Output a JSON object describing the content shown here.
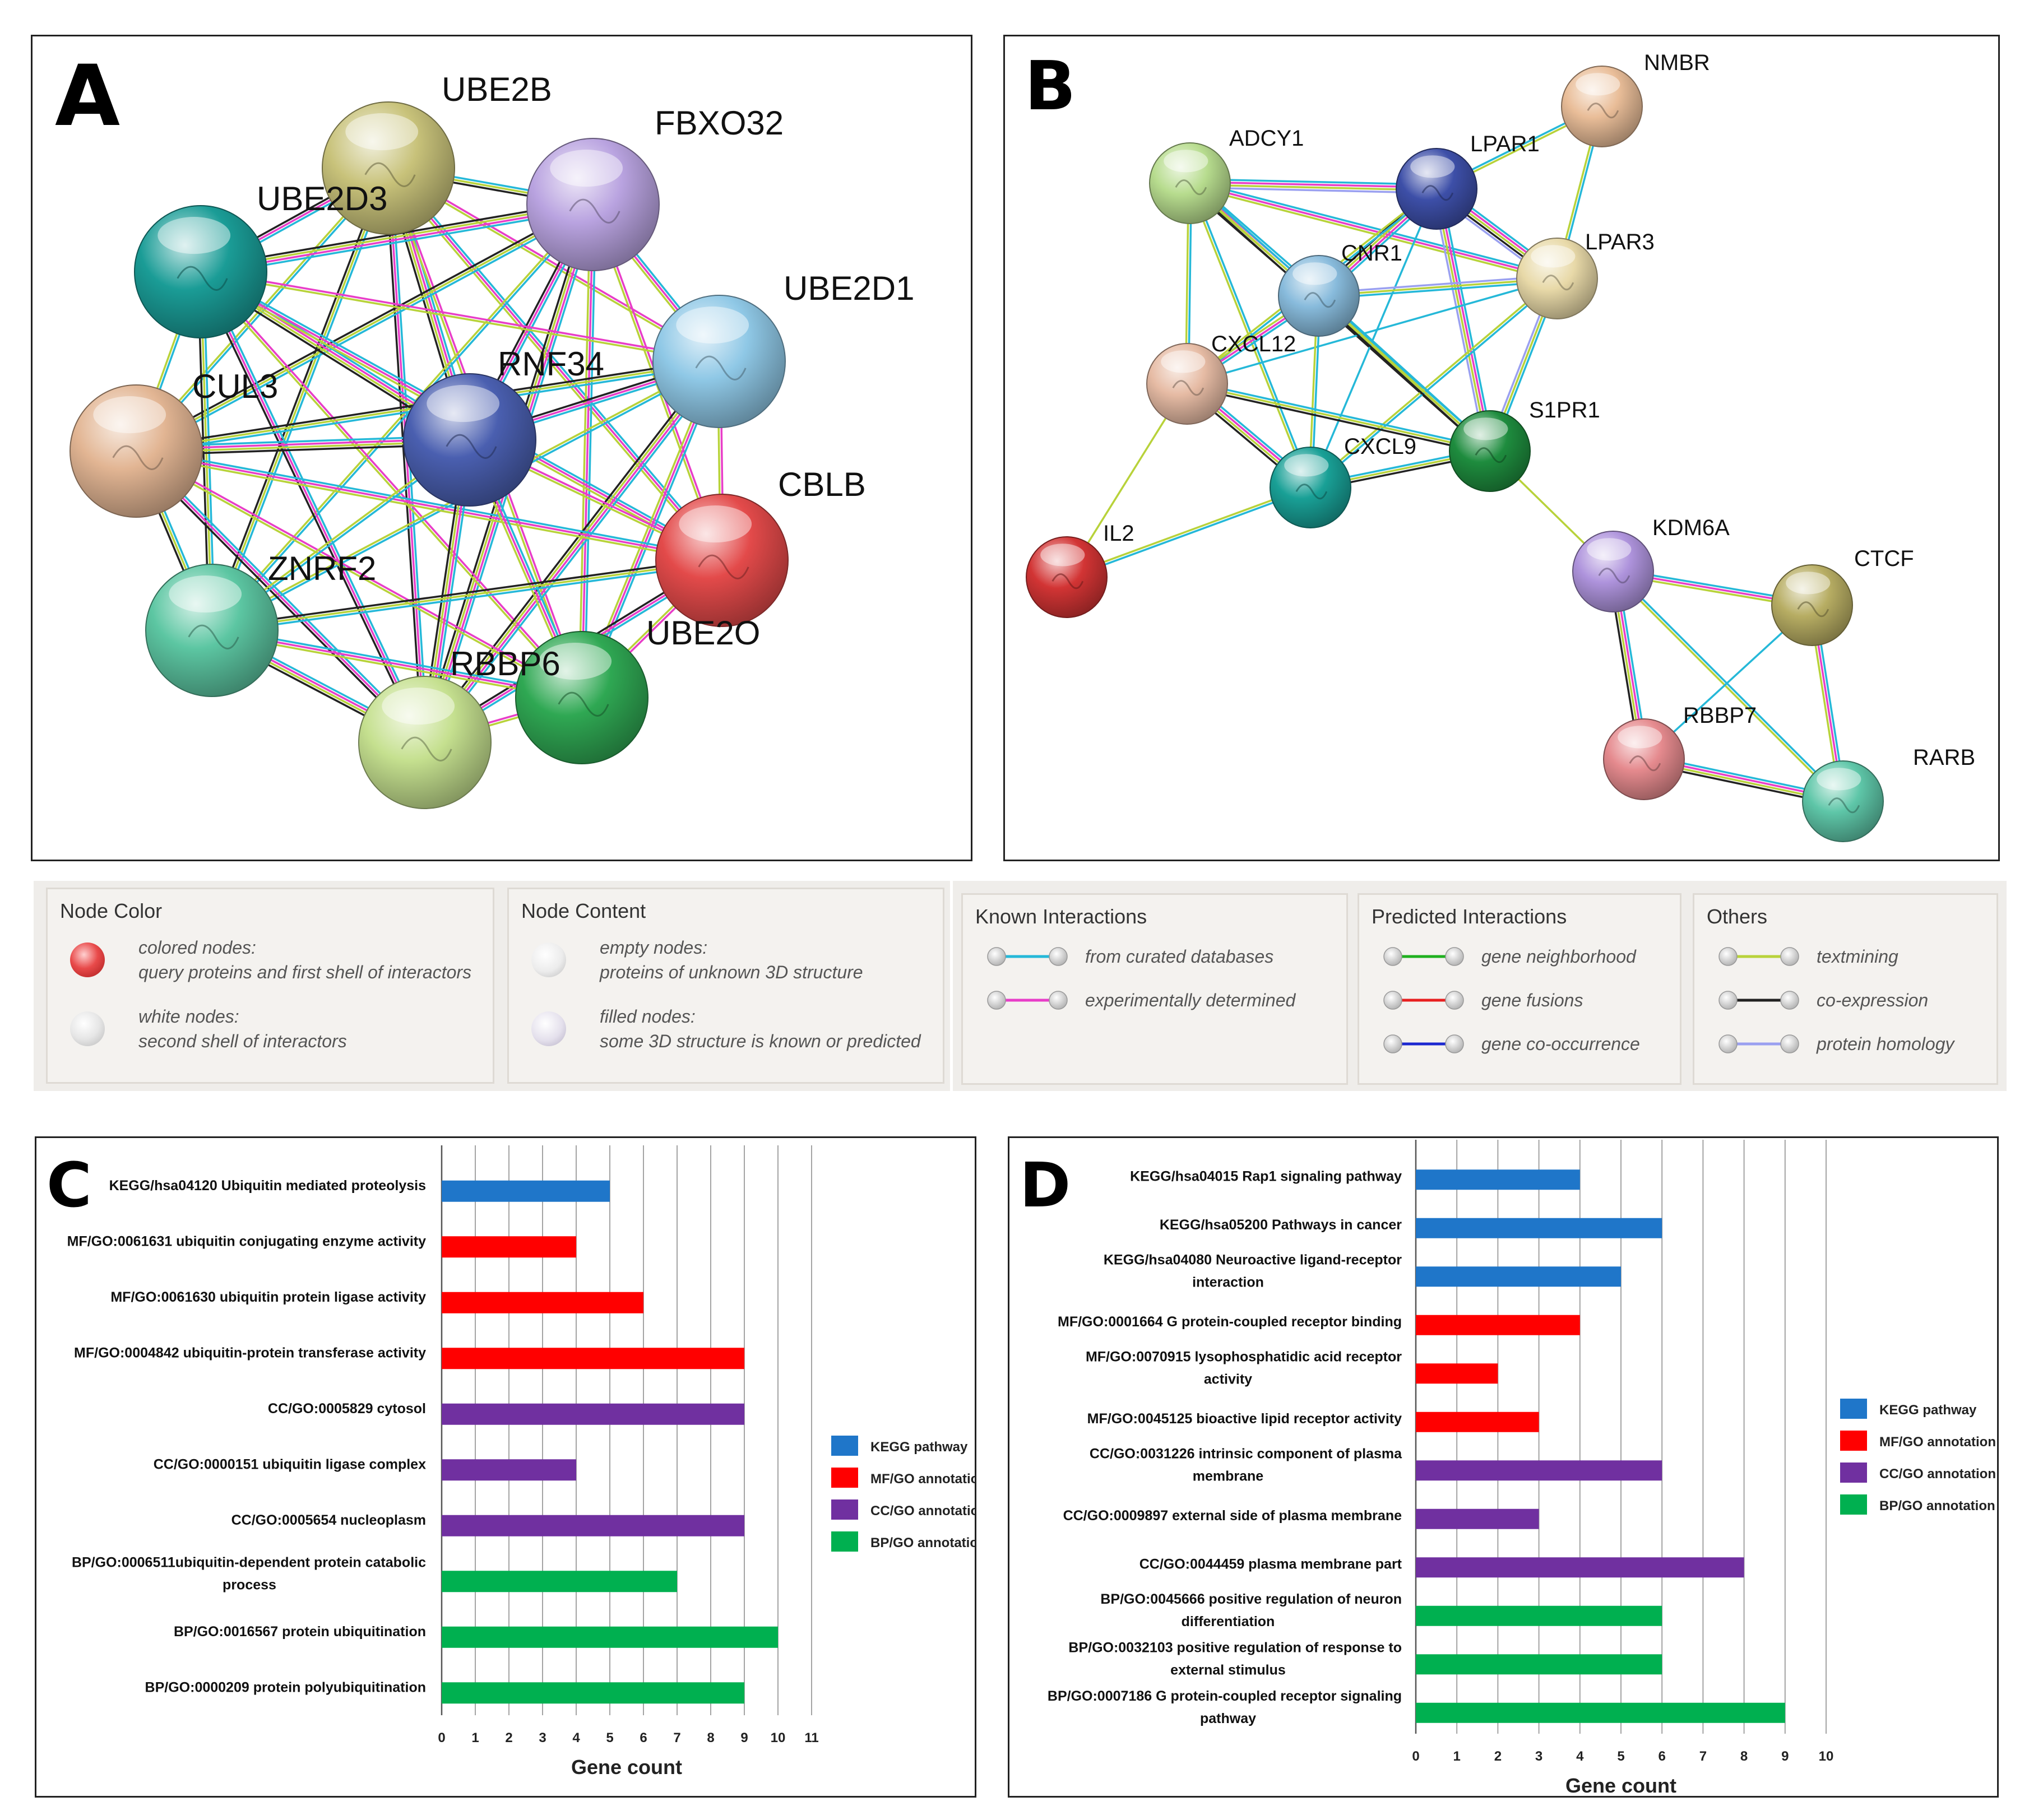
{
  "panel_a": {
    "letter": "A",
    "nodes": [
      {
        "id": "UBE2B",
        "label": "UBE2B",
        "color": "#c8c27a"
      },
      {
        "id": "FBXO32",
        "label": "FBXO32",
        "color": "#b9a3e0"
      },
      {
        "id": "UBE2D3",
        "label": "UBE2D3",
        "color": "#1a9c96"
      },
      {
        "id": "UBE2D1",
        "label": "UBE2D1",
        "color": "#8fc8e6"
      },
      {
        "id": "CUL3",
        "label": "CUL3",
        "color": "#e2b593"
      },
      {
        "id": "RNF34",
        "label": "RNF34",
        "color": "#4a5fb0"
      },
      {
        "id": "CBLB",
        "label": "CBLB",
        "color": "#e34a4a"
      },
      {
        "id": "ZNRF2",
        "label": "ZNRF2",
        "color": "#5cc6a2"
      },
      {
        "id": "UBE2O",
        "label": "UBE2O",
        "color": "#2fa853"
      },
      {
        "id": "RBBP6",
        "label": "RBBP6",
        "color": "#c5e08f"
      }
    ]
  },
  "panel_b": {
    "letter": "B",
    "nodes": [
      {
        "id": "ADCY1",
        "label": "ADCY1",
        "color": "#b7dc8e"
      },
      {
        "id": "LPAR1",
        "label": "LPAR1",
        "color": "#3d4fa8"
      },
      {
        "id": "NMBR",
        "label": "NMBR",
        "color": "#e9bd98"
      },
      {
        "id": "LPAR3",
        "label": "LPAR3",
        "color": "#e8d9a8"
      },
      {
        "id": "CNR1",
        "label": "CNR1",
        "color": "#88bbdc"
      },
      {
        "id": "CXCL12",
        "label": "CXCL12",
        "color": "#e6bba4"
      },
      {
        "id": "S1PR1",
        "label": "S1PR1",
        "color": "#1e8c3e"
      },
      {
        "id": "CXCL9",
        "label": "CXCL9",
        "color": "#19a096"
      },
      {
        "id": "IL2",
        "label": "IL2",
        "color": "#d23434"
      },
      {
        "id": "KDM6A",
        "label": "KDM6A",
        "color": "#ae93dc"
      },
      {
        "id": "CTCF",
        "label": "CTCF",
        "color": "#b7ad63"
      },
      {
        "id": "RBBP7",
        "label": "RBBP7",
        "color": "#e58a8e"
      },
      {
        "id": "RARB",
        "label": "RARB",
        "color": "#5ec6a8"
      }
    ]
  },
  "legend": {
    "node_color": {
      "title": "Node Color",
      "colored_label": "colored nodes:",
      "colored_desc": "query proteins and first shell of interactors",
      "white_label": "white nodes:",
      "white_desc": "second shell of interactors"
    },
    "node_content": {
      "title": "Node Content",
      "empty_label": "empty nodes:",
      "empty_desc": "proteins of unknown 3D structure",
      "filled_label": "filled nodes:",
      "filled_desc": "some 3D structure is known or predicted"
    },
    "known": {
      "title": "Known Interactions",
      "items": [
        {
          "label": "from curated databases",
          "color": "#25b8d8"
        },
        {
          "label": "experimentally determined",
          "color": "#e83ec8"
        }
      ]
    },
    "predicted": {
      "title": "Predicted Interactions",
      "items": [
        {
          "label": "gene neighborhood",
          "color": "#1fb01f"
        },
        {
          "label": "gene fusions",
          "color": "#e82020"
        },
        {
          "label": "gene co-occurrence",
          "color": "#1c28d0"
        }
      ]
    },
    "others": {
      "title": "Others",
      "items": [
        {
          "label": "textmining",
          "color": "#b8d23a"
        },
        {
          "label": "co-expression",
          "color": "#222222"
        },
        {
          "label": "protein homology",
          "color": "#9aa0f0"
        }
      ]
    }
  },
  "legend_series": [
    {
      "name": "KEGG pathway",
      "color": "#1f76c9"
    },
    {
      "name": "MF/GO annotation",
      "color": "#ff0000"
    },
    {
      "name": "CC/GO annotation",
      "color": "#7030a0"
    },
    {
      "name": "BP/GO annotation",
      "color": "#00b050"
    }
  ],
  "chart_data": [
    {
      "panel": "C",
      "type": "bar",
      "orientation": "horizontal",
      "xlabel": "Gene count",
      "xlim": [
        0,
        11
      ],
      "xticks": [
        0,
        1,
        2,
        3,
        4,
        5,
        6,
        7,
        8,
        9,
        10,
        11
      ],
      "grid": "vertical",
      "legend_position": "right",
      "categories": [
        {
          "label": [
            "KEGG/hsa04120 Ubiquitin mediated proteolysis"
          ],
          "value": 5,
          "group": "KEGG pathway"
        },
        {
          "label": [
            "MF/GO:0061631 ubiquitin conjugating enzyme activity"
          ],
          "value": 4,
          "group": "MF/GO annotation"
        },
        {
          "label": [
            "MF/GO:0061630 ubiquitin protein ligase activity"
          ],
          "value": 6,
          "group": "MF/GO annotation"
        },
        {
          "label": [
            "MF/GO:0004842 ubiquitin-protein transferase activity"
          ],
          "value": 9,
          "group": "MF/GO annotation"
        },
        {
          "label": [
            "CC/GO:0005829 cytosol"
          ],
          "value": 9,
          "group": "CC/GO annotation"
        },
        {
          "label": [
            "CC/GO:0000151 ubiquitin ligase complex"
          ],
          "value": 4,
          "group": "CC/GO annotation"
        },
        {
          "label": [
            "CC/GO:0005654 nucleoplasm"
          ],
          "value": 9,
          "group": "CC/GO annotation"
        },
        {
          "label": [
            "BP/GO:0006511ubiquitin-dependent protein catabolic",
            "process"
          ],
          "value": 7,
          "group": "BP/GO annotation"
        },
        {
          "label": [
            "BP/GO:0016567 protein ubiquitination"
          ],
          "value": 10,
          "group": "BP/GO annotation"
        },
        {
          "label": [
            "BP/GO:0000209 protein polyubiquitination"
          ],
          "value": 9,
          "group": "BP/GO annotation"
        }
      ]
    },
    {
      "panel": "D",
      "type": "bar",
      "orientation": "horizontal",
      "xlabel": "Gene count",
      "xlim": [
        0,
        10
      ],
      "xticks": [
        0,
        1,
        2,
        3,
        4,
        5,
        6,
        7,
        8,
        9,
        10
      ],
      "grid": "vertical",
      "legend_position": "right",
      "categories": [
        {
          "label": [
            "KEGG/hsa04015 Rap1 signaling pathway"
          ],
          "value": 4,
          "group": "KEGG pathway"
        },
        {
          "label": [
            "KEGG/hsa05200 Pathways in cancer"
          ],
          "value": 6,
          "group": "KEGG pathway"
        },
        {
          "label": [
            "KEGG/hsa04080 Neuroactive ligand-receptor",
            "interaction"
          ],
          "value": 5,
          "group": "KEGG pathway"
        },
        {
          "label": [
            "MF/GO:0001664 G protein-coupled receptor binding"
          ],
          "value": 4,
          "group": "MF/GO annotation"
        },
        {
          "label": [
            "MF/GO:0070915 lysophosphatidic acid receptor",
            "activity"
          ],
          "value": 2,
          "group": "MF/GO annotation"
        },
        {
          "label": [
            "MF/GO:0045125 bioactive lipid receptor activity"
          ],
          "value": 3,
          "group": "MF/GO annotation"
        },
        {
          "label": [
            "CC/GO:0031226 intrinsic component of plasma",
            "membrane"
          ],
          "value": 6,
          "group": "CC/GO annotation"
        },
        {
          "label": [
            "CC/GO:0009897 external side of plasma membrane"
          ],
          "value": 3,
          "group": "CC/GO annotation"
        },
        {
          "label": [
            "CC/GO:0044459 plasma membrane part"
          ],
          "value": 8,
          "group": "CC/GO annotation"
        },
        {
          "label": [
            "BP/GO:0045666 positive regulation of neuron",
            "differentiation"
          ],
          "value": 6,
          "group": "BP/GO annotation"
        },
        {
          "label": [
            "BP/GO:0032103 positive regulation of response to",
            "external stimulus"
          ],
          "value": 6,
          "group": "BP/GO annotation"
        },
        {
          "label": [
            "BP/GO:0007186 G protein-coupled receptor signaling",
            "pathway"
          ],
          "value": 9,
          "group": "BP/GO annotation"
        }
      ]
    }
  ]
}
